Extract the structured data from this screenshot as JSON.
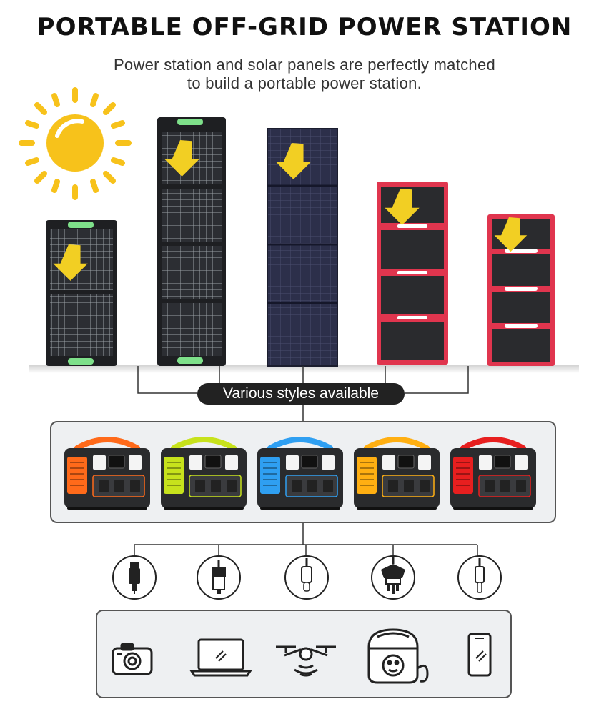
{
  "header": {
    "title": "PORTABLE OFF-GRID POWER STATION",
    "subtitle_line1": "Power station and solar panels are perfectly matched",
    "subtitle_line2": "to build a portable power station."
  },
  "connector_label": "Various styles available",
  "colors": {
    "sun": "#f7c21b",
    "arrow": "#f2cf23",
    "station_variants": [
      "#ff6a1a",
      "#c7e21c",
      "#2f9ff1",
      "#ffaf12",
      "#e71f1f"
    ],
    "red_panel": "#e0354e",
    "box_bg": "#eef0f2"
  },
  "icons": {
    "solar_panels": [
      "panel-2fold-icon",
      "panel-4fold-icon",
      "panel-dark-icon",
      "panel-red-icon",
      "panel-red-small-icon"
    ],
    "plugs": [
      "dc-barrel-plug-icon",
      "car-plug-icon",
      "usb-c-plug-icon",
      "ac-plug-icon",
      "lightning-plug-icon"
    ],
    "devices": [
      "camera-icon",
      "laptop-icon",
      "drone-icon",
      "rice-cooker-icon",
      "phone-icon"
    ]
  }
}
